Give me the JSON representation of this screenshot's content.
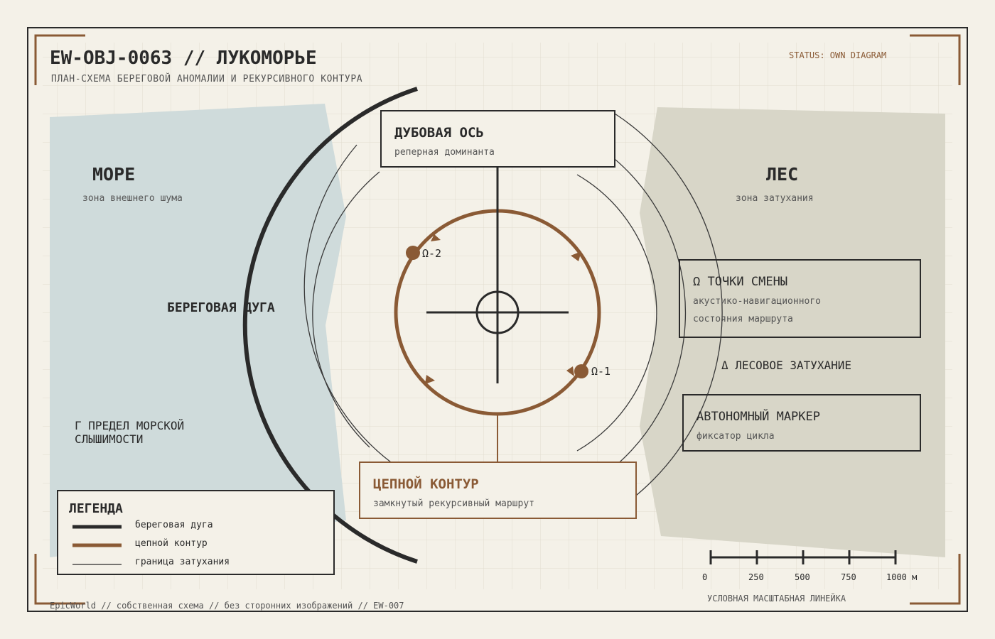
{
  "header": {
    "title": "EW-OBJ-0063 // ЛУКОМОРЬЕ",
    "subtitle": "ПЛАН-СХЕМА БЕРЕГОВОЙ АНОМАЛИИ И РЕКУРСИВНОГО КОНТУРА",
    "status": "STATUS: OWN DIAGRAM"
  },
  "sea": {
    "title": "МОРЕ",
    "subtitle": "зона внешнего шума"
  },
  "forest": {
    "title": "ЛЕС",
    "subtitle": "зона затухания"
  },
  "coast_label": "БЕРЕГОВАЯ ДУГА",
  "sea_limit_label": [
    "Г ПРЕДЕЛ МОРСКОЙ",
    "СЛЫШИМОСТИ"
  ],
  "oak": {
    "title": "ДУБОВАЯ ОСЬ",
    "subtitle": "реперная доминанта"
  },
  "chain": {
    "title": "ЦЕПНОЙ КОНТУР",
    "subtitle": "замкнутый рекурсивный маршрут"
  },
  "omega_box": {
    "title": "Ω ТОЧКИ СМЕНЫ",
    "lines": [
      "акустико-навигационного",
      "состояния маршрута"
    ]
  },
  "forest_fade_label": "Δ ЛЕСОВОЕ ЗАТУХАНИЕ",
  "marker": {
    "title": "АВТОНОМНЫЙ МАРКЕР",
    "subtitle": "фиксатор цикла"
  },
  "omega_points": [
    "Ω-2",
    "Ω-1"
  ],
  "legend": {
    "title": "ЛЕГЕНДА",
    "items": [
      "береговая дуга",
      "цепной контур",
      "граница затухания"
    ]
  },
  "scale": {
    "ticks": [
      "0",
      "250",
      "500",
      "750",
      "1000 м"
    ],
    "caption": "УСЛОВНАЯ МАСШТАБНАЯ ЛИНЕЙКА"
  },
  "footer": "EpicWorld // собственная схема // без сторонних изображений // EW-007",
  "colors": {
    "background": "#f4f1e8",
    "sea": "#cfdbdb",
    "forest": "#d8d6c8",
    "ink": "#2a2a2a",
    "chain": "#8a5a35"
  }
}
